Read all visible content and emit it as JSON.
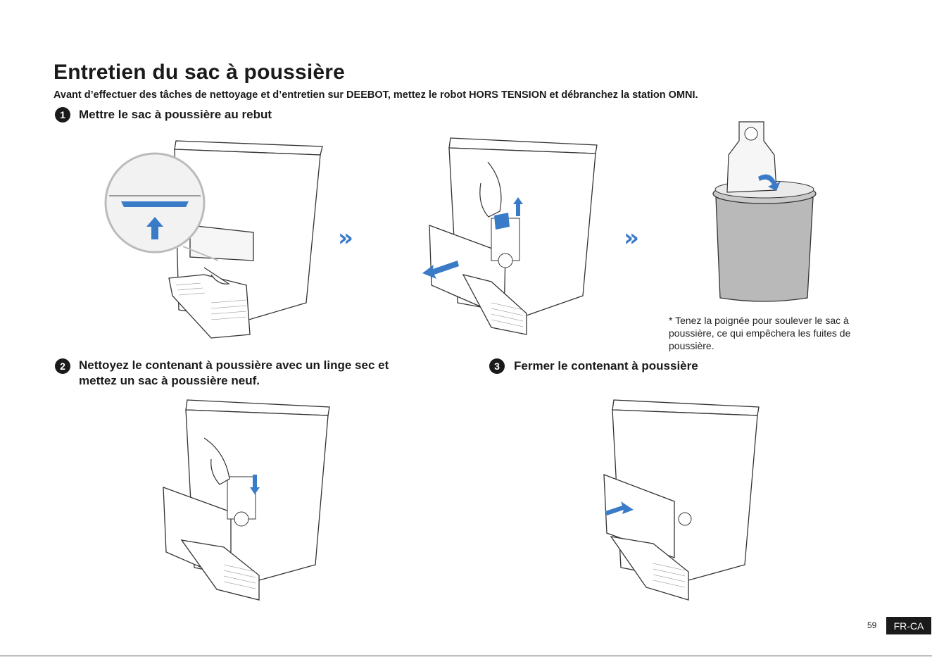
{
  "title": "Entretien du sac à poussière",
  "warning": "Avant d’effectuer des tâches de nettoyage et d’entretien sur DEEBOT, mettez le robot HORS TENSION et débranchez la station OMNI.",
  "steps": [
    {
      "number": "1",
      "title": "Mettre le sac à poussière au rebut"
    },
    {
      "number": "2",
      "title_line1": "Nettoyez le contenant à poussière avec un linge sec et",
      "title_line2": "mettez un sac à poussière neuf."
    },
    {
      "number": "3",
      "title": "Fermer le contenant à poussière"
    }
  ],
  "chevron": "»",
  "note": "* Tenez la poignée pour soulever le sac à poussière, ce qui empêchera les fuites de poussière.",
  "footer": {
    "page_number": "59",
    "locale": "FR-CA"
  },
  "colors": {
    "accent": "#3a7bc8",
    "text": "#1a1a1a",
    "bin": "#b9b9b9"
  },
  "icons": [
    "up-arrow-icon",
    "down-arrow-icon",
    "pull-arrow-icon",
    "push-arrow-icon",
    "rotate-arrow-icon",
    "chevron-right-icon"
  ]
}
